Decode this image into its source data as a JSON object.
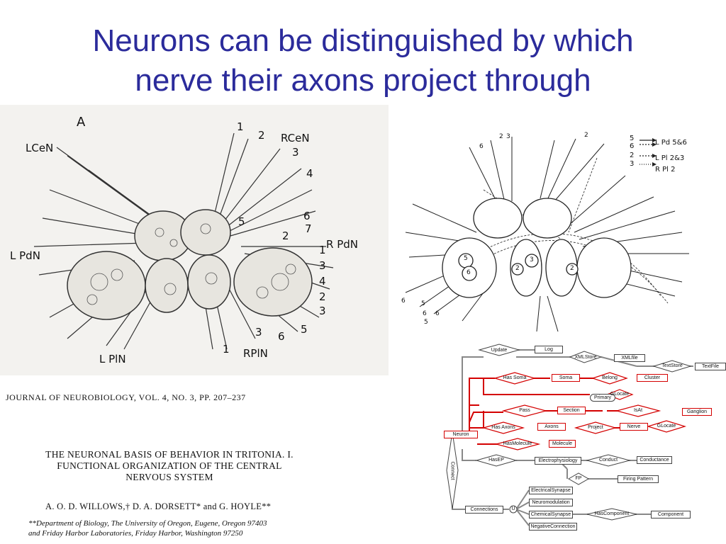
{
  "slide": {
    "title_line1": "Neurons can be distinguished by which",
    "title_line2": "nerve their axons project through"
  },
  "left_figure": {
    "panel_letter": "A",
    "labels": {
      "lcen": "LCeN",
      "rcen": "RCeN",
      "lpdn": "L PdN",
      "rpdn": "R PdN",
      "lpln": "L PlN",
      "rpln": "RPlN"
    },
    "numbers": [
      "1",
      "2",
      "3",
      "4",
      "5",
      "6",
      "7",
      "2",
      "1",
      "3",
      "4",
      "2",
      "3",
      "3",
      "6",
      "5",
      "1"
    ]
  },
  "right_figure": {
    "legend": [
      {
        "nums": "5\n6",
        "label": "L Pd 5&6"
      },
      {
        "nums": "2",
        "label": "L Pl 2&3"
      },
      {
        "nums": "3",
        "label": ""
      },
      {
        "nums": "",
        "label": "R Pl 2"
      }
    ],
    "cell_labels": [
      "5",
      "6",
      "2",
      "3",
      "2"
    ],
    "edge_numbers": [
      "6",
      "2",
      "3",
      "2",
      "6",
      "5",
      "6",
      "5",
      "6"
    ]
  },
  "paper": {
    "journal": "JOURNAL OF NEUROBIOLOGY, VOL. 4, NO. 3, PP. 207–237",
    "title_line1": "THE NEURONAL BASIS OF BEHAVIOR IN TRITONIA.   I.",
    "title_line2": "FUNCTIONAL ORGANIZATION OF THE CENTRAL",
    "title_line3": "NERVOUS SYSTEM",
    "authors": "A. O. D. WILLOWS,† D. A. DORSETT* and G. HOYLE**",
    "affil_line1": "**Department of Biology, The University of Oregon, Eugene, Oregon 97403",
    "affil_line2": "and Friday Harbor Laboratories, Friday Harbor, Washington 97250"
  },
  "er_diagram": {
    "entities": {
      "log": "Log",
      "xmlfile": "XMLfile",
      "textfile": "TextFile",
      "soma": "Soma",
      "cluster": "Cluster",
      "primary": "Primary",
      "section": "Section",
      "ganglion": "Ganglion",
      "neuron": "Neuron",
      "axons": "Axons",
      "nerve": "Nerve",
      "molecule": "Molecule",
      "electrophysiology": "Electrophysiology",
      "conductance": "Conductance",
      "firing_pattern": "Firing Pattern",
      "connections": "Connections",
      "electrical_synapse": "ElectricalSynapse",
      "neuromodulation": "Neuromodulation",
      "chemical_synapse": "ChemicalSynapse",
      "component": "Component",
      "negative_connection": "NegativeConnection"
    },
    "relations": {
      "update": "Update",
      "xmlstore": "XMLStore",
      "textstore": "TextStore",
      "has_soma": "Has Soma",
      "belong": "Belong",
      "glocate1": "GLocate",
      "pass": "Pass",
      "isat": "IsAt",
      "has_axons": "Has Axons",
      "project": "Project",
      "glocate2": "GLocate",
      "has_molecule": "HasMolecule",
      "has_ep": "HasEP",
      "conduct": "Conduct",
      "fp": "FP",
      "connect": "Connect",
      "u": "U",
      "has_component": "HasComponent"
    },
    "colors": {
      "highlight": "#d40000",
      "normal_line": "#888888",
      "fill": "#ffffff"
    }
  }
}
